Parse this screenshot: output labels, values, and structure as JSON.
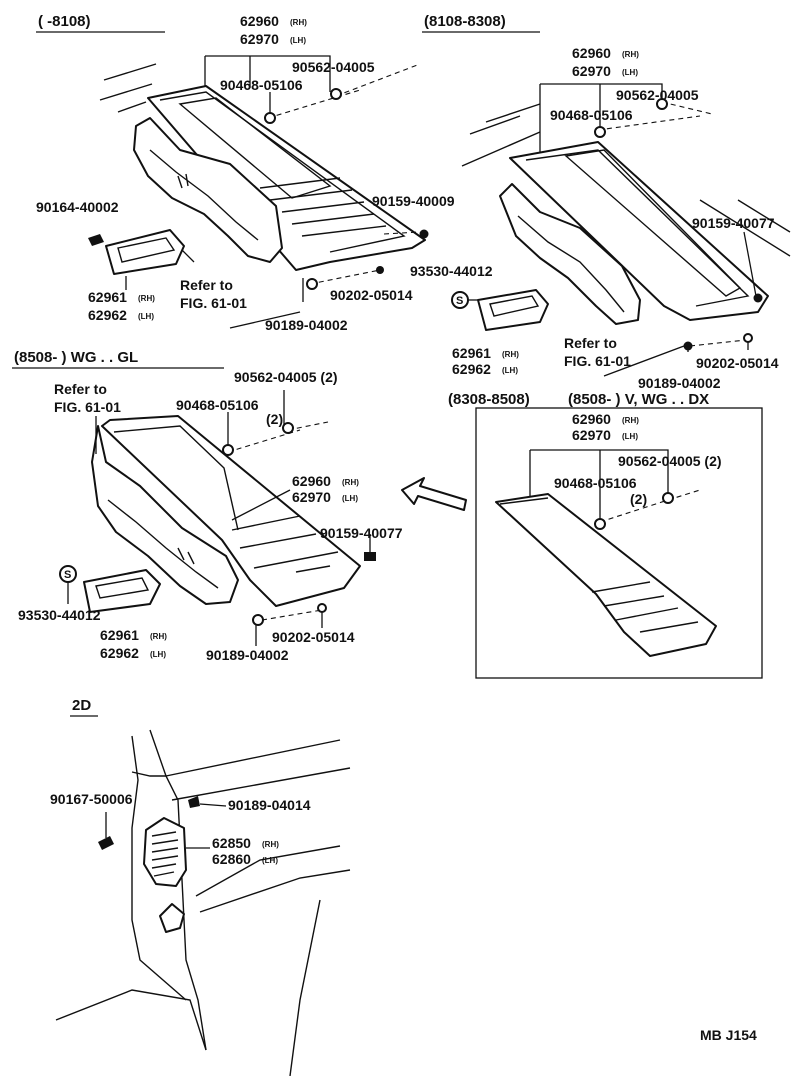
{
  "sections": {
    "top_left": {
      "range": "(       -8108)",
      "parts": {
        "garnish_rh": "62960",
        "garnish_lh": "62970",
        "clip_a": "90562-04005",
        "nut_a": "90468-05106",
        "screw_a": "90164-40002",
        "screw_b": "90159-40009",
        "vent_rh": "62961",
        "vent_lh": "62962",
        "refer_line1": "Refer to",
        "refer_line2": "FIG. 61-01",
        "clip_b": "90202-05014",
        "screw_c": "90189-04002"
      }
    },
    "top_right": {
      "range": "(8108-8308)",
      "parts": {
        "garnish_rh": "62960",
        "garnish_lh": "62970",
        "clip_a": "90562-04005",
        "nut_a": "90468-05106",
        "screw_b": "90159-40077",
        "bracket": "93530-44012",
        "vent_rh": "62961",
        "vent_lh": "62962",
        "refer_line1": "Refer to",
        "refer_line2": "FIG. 61-01",
        "clip_b": "90202-05014",
        "screw_c": "90189-04002"
      }
    },
    "mid_left": {
      "range": "(8508-        ) WG . . GL",
      "parts": {
        "refer_line1": "Refer to",
        "refer_line2": "FIG. 61-01",
        "clip_a": "90562-04005 (2)",
        "nut_a": "90468-05106",
        "nut_a_qty": "(2)",
        "garnish_rh": "62960",
        "garnish_lh": "62970",
        "screw_b": "90159-40077",
        "bracket": "93530-44012",
        "vent_rh": "62961",
        "vent_lh": "62962",
        "clip_b": "90202-05014",
        "screw_c": "90189-04002"
      }
    },
    "mid_right": {
      "range_a": "(8308-8508)",
      "range_b": "(8508-        ) V, WG . . DX",
      "parts": {
        "garnish_rh": "62960",
        "garnish_lh": "62970",
        "clip_a": "90562-04005 (2)",
        "nut_a": "90468-05106",
        "nut_a_qty": "(2)"
      }
    },
    "bottom": {
      "heading": "2D",
      "parts": {
        "screw": "90167-50006",
        "screw_b": "90189-04014",
        "grille_rh": "62850",
        "grille_lh": "62860"
      }
    }
  },
  "suffix": {
    "rh": "(RH)",
    "lh": "(LH)"
  },
  "bracket_symbol": "S",
  "footer_code": "MB J154"
}
